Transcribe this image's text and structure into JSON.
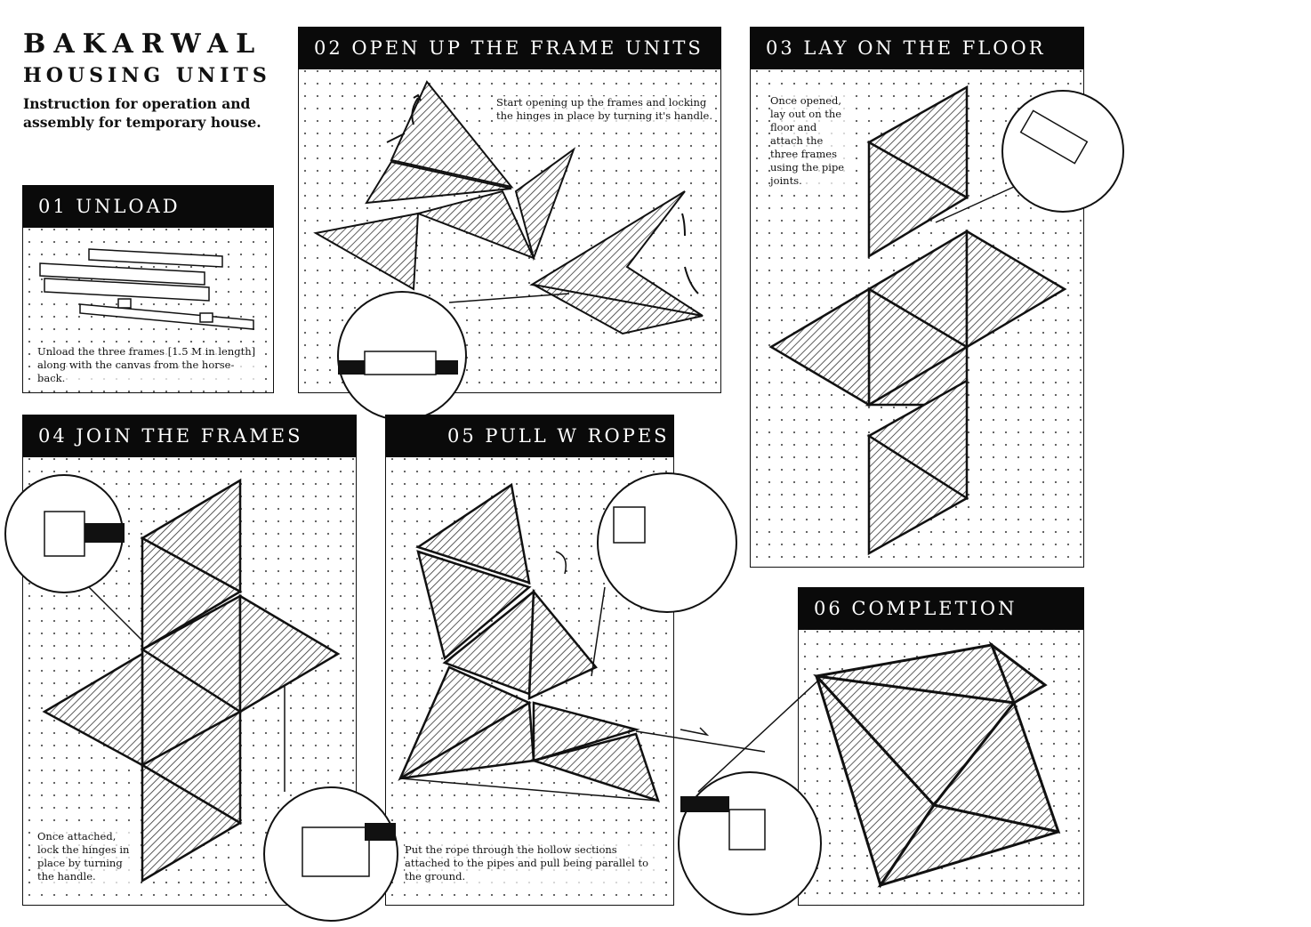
{
  "title": {
    "line1": "BAKARWAL",
    "line2": "HOUSING UNITS",
    "subtitle": "Instruction for operation and assembly for temporary house."
  },
  "steps": [
    {
      "header": "01 UNLOAD",
      "text": "Unload the three frames [1.5 M in length] along with the canvas from the horse-back."
    },
    {
      "header": "02 OPEN UP THE FRAME UNITS",
      "text": "Start opening up the frames and locking the hinges in place by turning it's handle."
    },
    {
      "header": "03 LAY ON THE FLOOR",
      "text": "Once opened, lay out on the floor and attach the three frames using the pipe joints."
    },
    {
      "header": "04 JOIN THE FRAMES",
      "text": "Once attached, lock the hinges in place by turning the handle."
    },
    {
      "header": "05 PULL W ROPES",
      "text": "Put the rope through the hollow sections attached to the pipes and pull being parallel to the ground."
    },
    {
      "header": "06 COMPLETION",
      "text": ""
    }
  ],
  "colors": {
    "ink": "#111111",
    "header_bg": "#0a0a0a",
    "header_text": "#ffffff",
    "paper": "#ffffff"
  }
}
